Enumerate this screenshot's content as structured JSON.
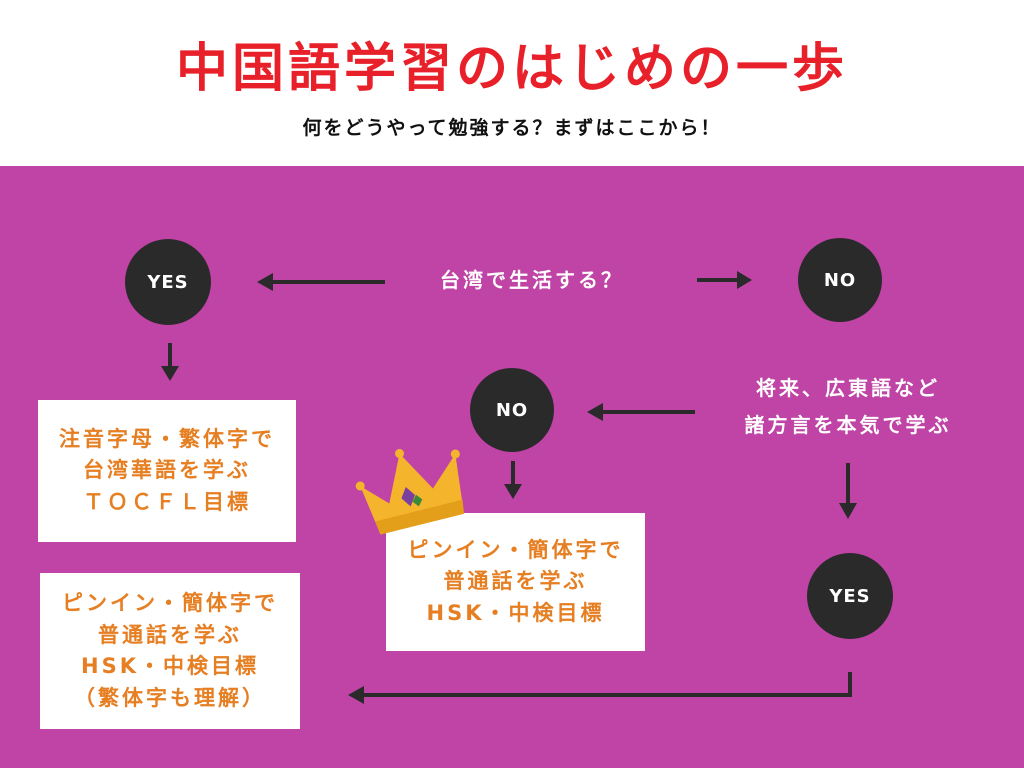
{
  "header": {
    "title": "中国語学習のはじめの一歩",
    "subtitle": "何をどうやって勉強する？まずはここから！"
  },
  "flow": {
    "question_taiwan": "台湾で生活する？",
    "yes_1": "YES",
    "no_1": "NO",
    "question_dialect": [
      "将来、広東語など",
      "諸方言を本気で学ぶ"
    ],
    "no_2": "NO",
    "yes_2": "YES"
  },
  "results": {
    "taiwan": [
      "注音字母・繁体字で",
      "台湾華語を学ぶ",
      "ＴＯＣＦＬ目標"
    ],
    "mainland": [
      "ピンイン・簡体字で",
      "普通話を学ぶ",
      "HSK・中検目標"
    ],
    "dialect": [
      "ピンイン・簡体字で",
      "普通話を学ぶ",
      "HSK・中検目標",
      "（繁体字も理解）"
    ]
  },
  "icons": {
    "recommended": "crown-icon",
    "connectors": "arrow-icon"
  },
  "colors": {
    "title": "#e8202a",
    "background": "#bf44a6",
    "node": "#2a2a2a",
    "result_text": "#e67e22"
  }
}
